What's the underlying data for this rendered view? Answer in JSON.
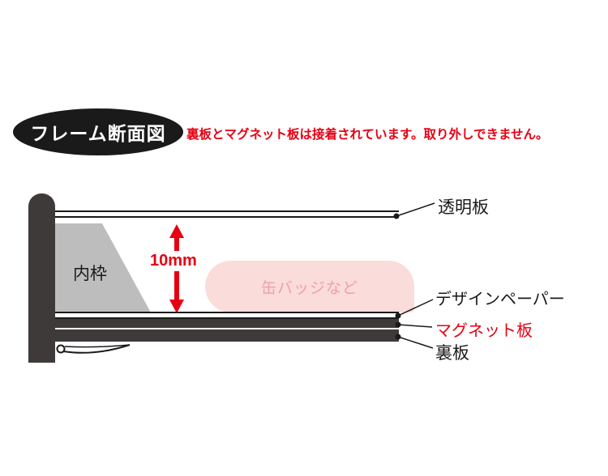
{
  "header": {
    "badge_label": "フレーム断面図",
    "warning_text": "裏板とマグネット板は接着されています。取り外しできません。"
  },
  "diagram": {
    "inner_frame_label": "内枠",
    "gap_label": "10mm",
    "badge_area_label": "缶バッジなど",
    "callouts": {
      "transparent_plate": "透明板",
      "design_paper": "デザインペーパー",
      "magnet_plate": "マグネット板",
      "back_plate": "裏板"
    },
    "colors": {
      "accent_red": "#e60012",
      "frame_dark": "#3e3a39",
      "inner_frame_gray": "#bdbdbe",
      "badge_area_pink_bg": "#fadcdb",
      "badge_area_pink_text": "#f09fa7",
      "badge_ellipse_bg": "#1a1a1a",
      "badge_ellipse_text": "#ffffff"
    }
  }
}
